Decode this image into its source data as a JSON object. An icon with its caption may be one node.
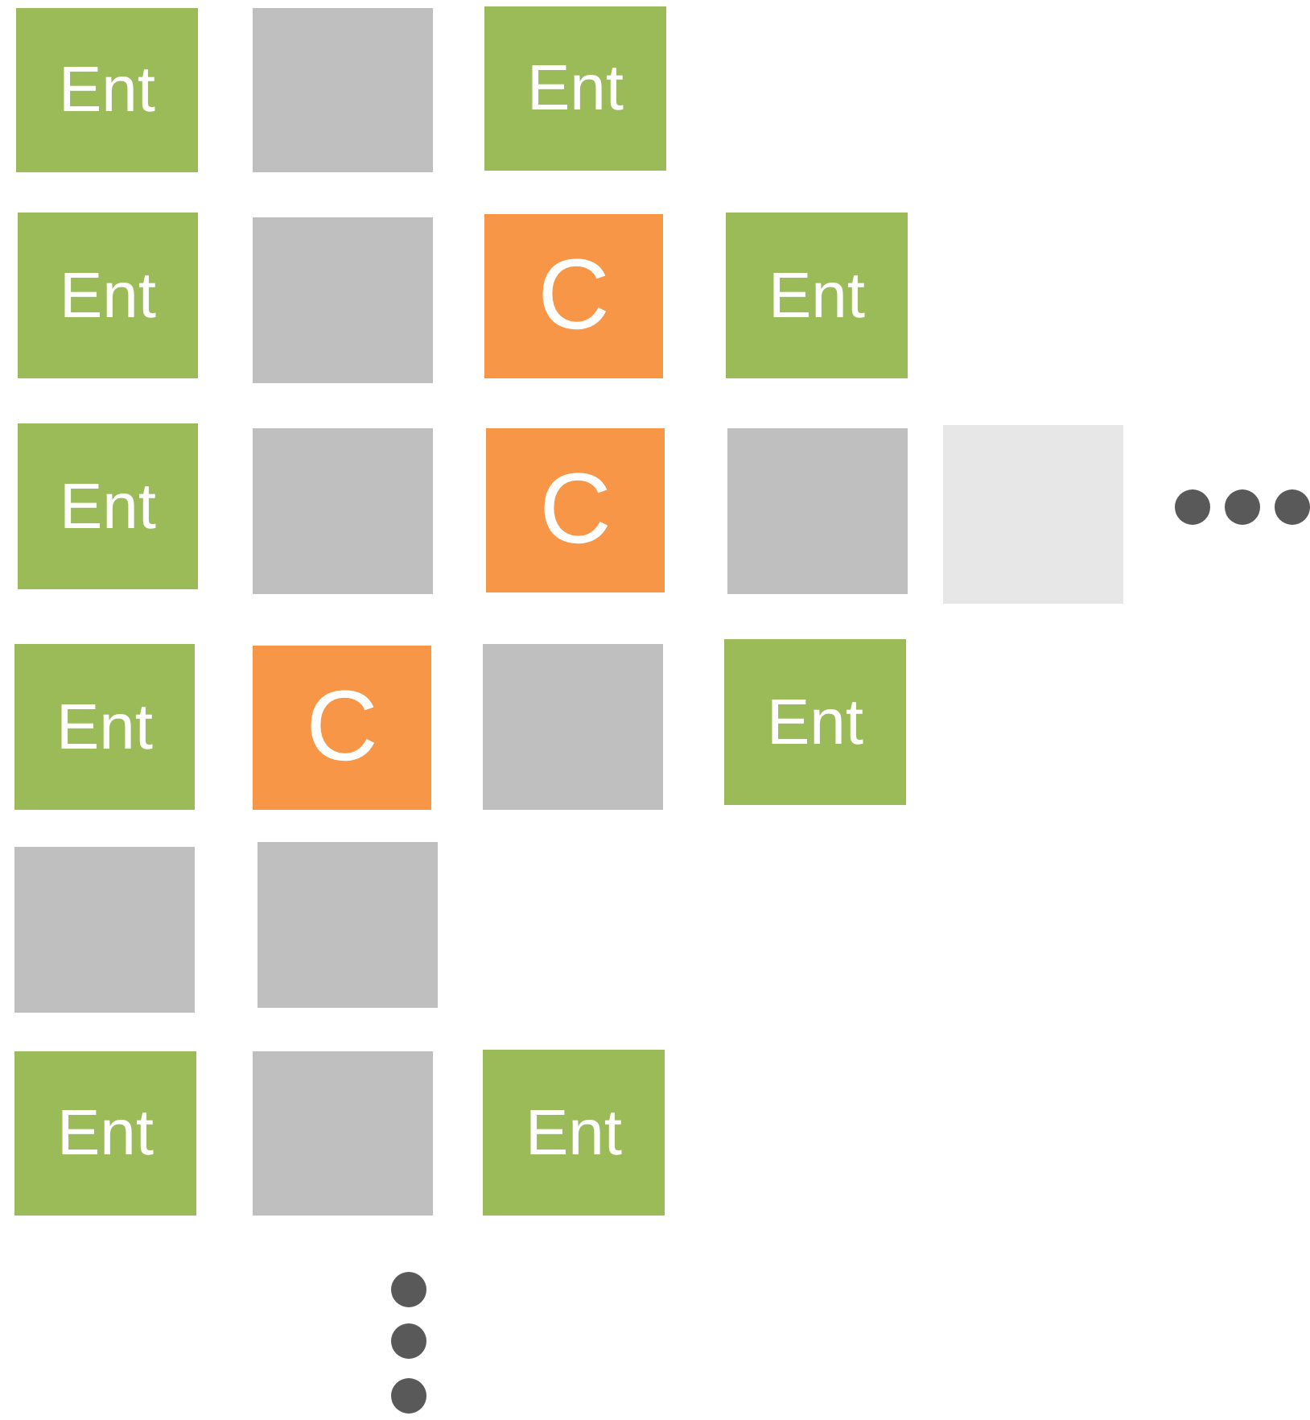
{
  "diagram": {
    "nodes": [
      {
        "text": [
          "Ent"
        ]
      },
      {
        "text": [],
        "shape": "box"
      },
      {
        "text": [
          "Ent"
        ]
      },
      {
        "text": [
          "Ent"
        ]
      },
      {
        "text": [],
        "shape": "box"
      },
      {
        "text": [
          "C"
        ]
      },
      {
        "text": [
          "Ent"
        ]
      },
      {
        "text": [
          "Ent"
        ]
      },
      {
        "text": [],
        "shape": "box"
      },
      {
        "text": [
          "C"
        ]
      },
      {
        "text": [],
        "shape": "box"
      },
      {
        "text": [],
        "shape": "box"
      },
      {
        "text": [
          "Ent"
        ]
      },
      {
        "text": [
          "C"
        ]
      },
      {
        "text": [],
        "shape": "box"
      },
      {
        "text": [
          "Ent"
        ]
      },
      {
        "text": [],
        "shape": "box"
      },
      {
        "text": [],
        "shape": "box"
      },
      {
        "text": [
          "Ent"
        ]
      },
      {
        "text": [],
        "shape": "box"
      },
      {
        "text": [
          "Ent"
        ]
      }
    ]
  }
}
